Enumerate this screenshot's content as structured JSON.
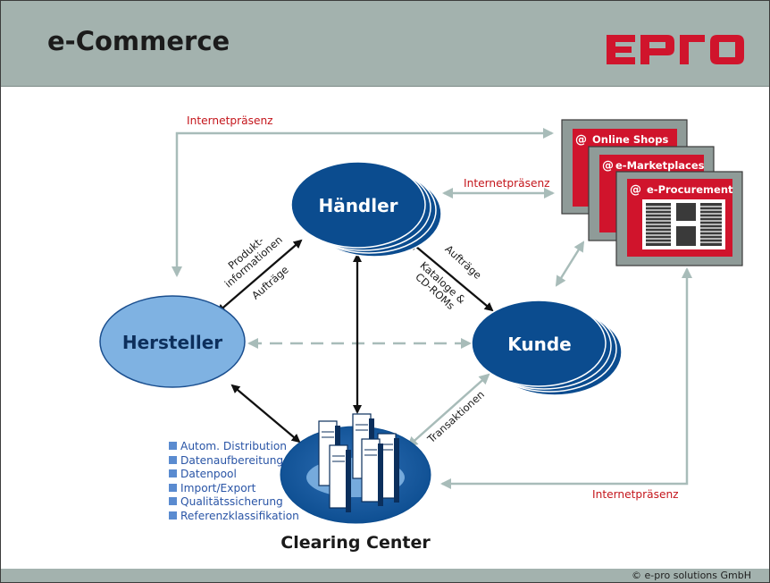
{
  "header": {
    "title": "e-Commerce",
    "logo_text": "E-PRO"
  },
  "footer": {
    "copyright": "© e-pro solutions GmbH"
  },
  "nodes": {
    "haendler": "Händler",
    "hersteller": "Hersteller",
    "kunde": "Kunde",
    "clearing_center": "Clearing Center"
  },
  "windows": [
    {
      "label": "Online Shops"
    },
    {
      "label": "e-Marketplaces"
    },
    {
      "label": "e-Procurement"
    }
  ],
  "at_symbol": "@",
  "edge_labels": {
    "internet_top": "Internetpräsenz",
    "internet_mid": "Internetpräsenz",
    "internet_bottom": "Internetpräsenz",
    "produkt_line1": "Produkt-",
    "produkt_line2": "informationen",
    "auftraege_left": "Aufträge",
    "auftraege_right": "Aufträge",
    "kataloge_line1": "Kataloge &",
    "kataloge_line2": "CD-ROMs",
    "transaktionen": "Transaktionen"
  },
  "clearing_services": [
    "Autom. Distribution",
    "Datenaufbereitung",
    "Datenpool",
    "Import/Export",
    "Qualitätssicherung",
    "Referenzklassifikation"
  ],
  "colors": {
    "header_bg": "#a3b2ae",
    "logo_red": "#d0142c",
    "node_dark_blue": "#0b4c8f",
    "node_light_blue": "#7fb2e2",
    "arrow_grey": "#a8bcb9",
    "label_red": "#c4161c",
    "window_grey": "#8f9b98"
  }
}
